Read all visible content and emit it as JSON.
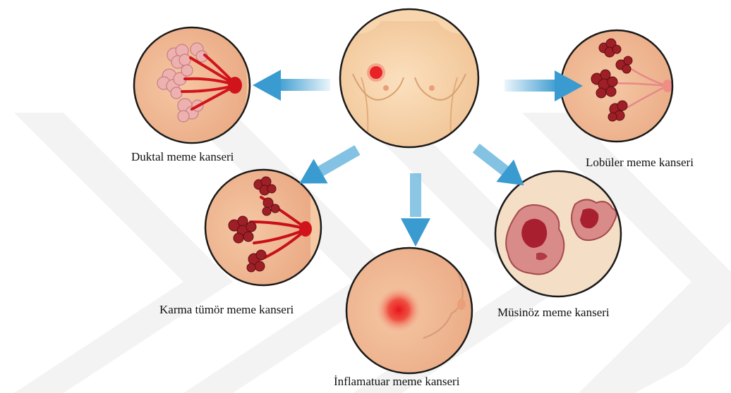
{
  "labels": {
    "duktal": "Duktal meme kanseri",
    "lobuler": "Lobüler  meme kanseri",
    "karma": "Karma tümör meme kanseri",
    "musinoz": "Müsinöz meme kanseri",
    "inflamatuar": "İnflamatuar meme kanseri"
  },
  "colors": {
    "skin": "#F7D3A6",
    "skin_dark": "#E9B98A",
    "circle_border": "#1A1A1A",
    "arrow": "#3A9BD0",
    "tumor_red": "#E8141C",
    "lobule_dark": "#8E1B22",
    "lobule_light": "#E9A4A6",
    "watermark": "#F2F2F2"
  }
}
